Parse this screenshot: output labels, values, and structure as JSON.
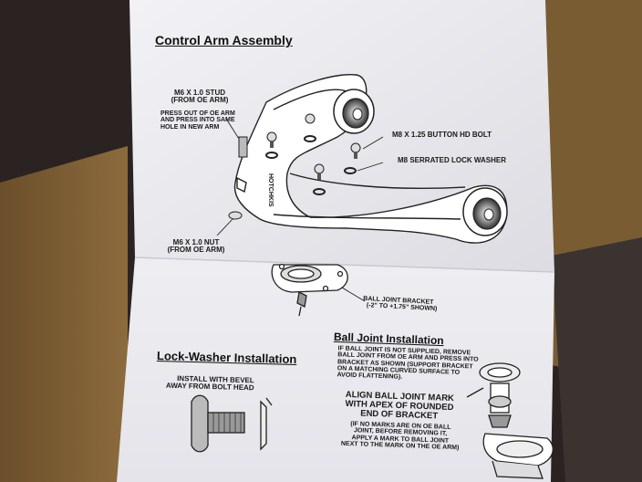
{
  "sheet": {
    "title_control_arm": "Control Arm Assembly",
    "title_lock_washer": "Lock-Washer Installation",
    "title_ball_joint": "Ball Joint Installation",
    "arm_stamp": "HOTCHKIS"
  },
  "labels": {
    "stud": "M6 X 1.0 STUD",
    "stud_sub": "(FROM OE ARM)",
    "press_note_1": "PRESS OUT OF OE ARM",
    "press_note_2": "AND PRESS INTO SAME",
    "press_note_3": "HOLE IN NEW ARM",
    "bolt": "M8 X 1.25 BUTTON HD BOLT",
    "washer": "M8 SERRATED LOCK WASHER",
    "nut": "M6 X 1.0 NUT",
    "nut_sub": "(FROM OE ARM)",
    "bracket": "BALL JOINT BRACKET",
    "bracket_sub": "(-2\" TO +1.75\" SHOWN)",
    "lw_1": "INSTALL WITH BEVEL",
    "lw_2": "AWAY FROM BOLT HEAD",
    "bj_1": "IF BALL JOINT IS NOT SUPPLIED, REMOVE",
    "bj_2": "BALL JOINT FROM OE ARM AND PRESS INTO",
    "bj_3": "BRACKET AS SHOWN (SUPPORT BRACKET",
    "bj_4": "ON A MATCHING CURVED SURFACE TO",
    "bj_5": "AVOID FLATTENING).",
    "align_1": "ALIGN BALL JOINT MARK",
    "align_2": "WITH APEX OF ROUNDED",
    "align_3": "END OF BRACKET",
    "align_4": "(IF NO MARKS ARE ON OE BALL",
    "align_5": "JOINT, BEFORE REMOVING IT,",
    "align_6": "APPLY A MARK TO BALL JOINT",
    "align_7": "NEXT TO THE MARK ON THE OE ARM)"
  },
  "colors": {
    "background_dark": "#2a2220",
    "cardboard": "#8a6a3c",
    "paper": "#f4f4f6",
    "ink": "#1a1a1a"
  }
}
